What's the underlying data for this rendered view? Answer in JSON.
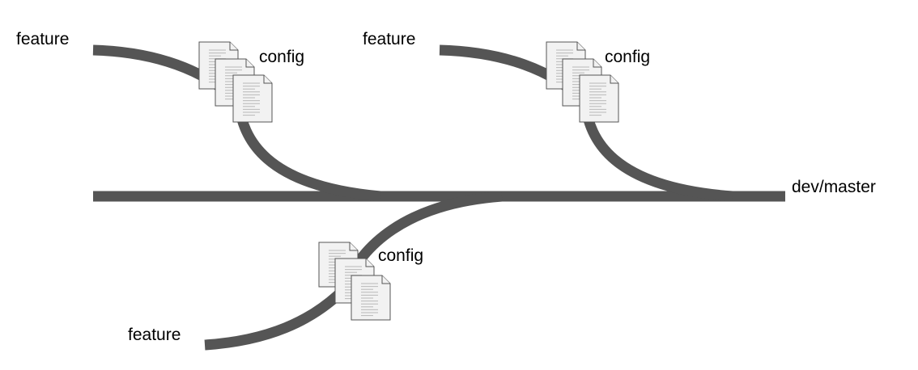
{
  "branches": {
    "main_label": "dev/master",
    "feature_labels": [
      "feature",
      "feature",
      "feature"
    ],
    "config_labels": [
      "config",
      "config",
      "config"
    ]
  },
  "colors": {
    "track": "#555555",
    "doc_fill": "#f2f2f2",
    "doc_stroke": "#555555",
    "doc_lines": "#b8b8b8"
  }
}
